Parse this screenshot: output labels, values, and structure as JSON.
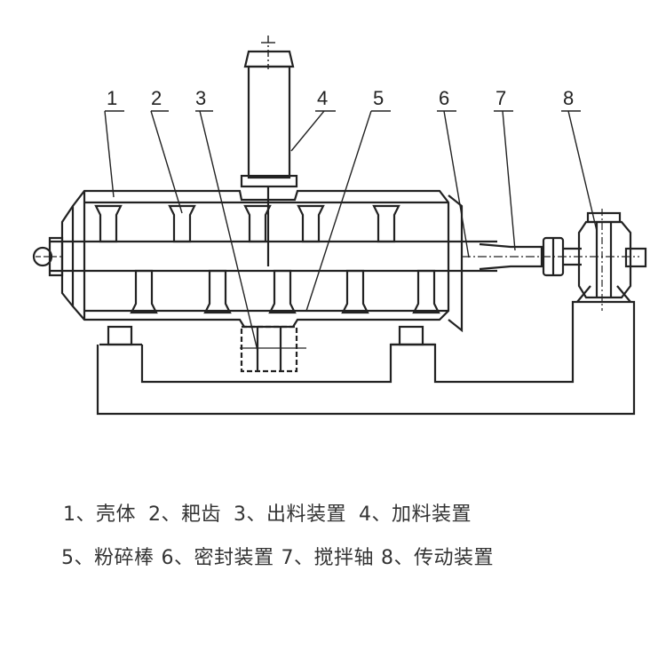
{
  "callouts": [
    "1",
    "2",
    "3",
    "4",
    "5",
    "6",
    "7",
    "8"
  ],
  "legend": {
    "row1": [
      "1、壳体",
      "2、耙齿",
      "3、出料装置",
      "4、加料装置"
    ],
    "row2": [
      "5、粉碎棒",
      "6、密封装置",
      "7、搅拌轴",
      "8、传动装置"
    ]
  },
  "colors": {
    "line": "#222222",
    "background": "#ffffff"
  }
}
